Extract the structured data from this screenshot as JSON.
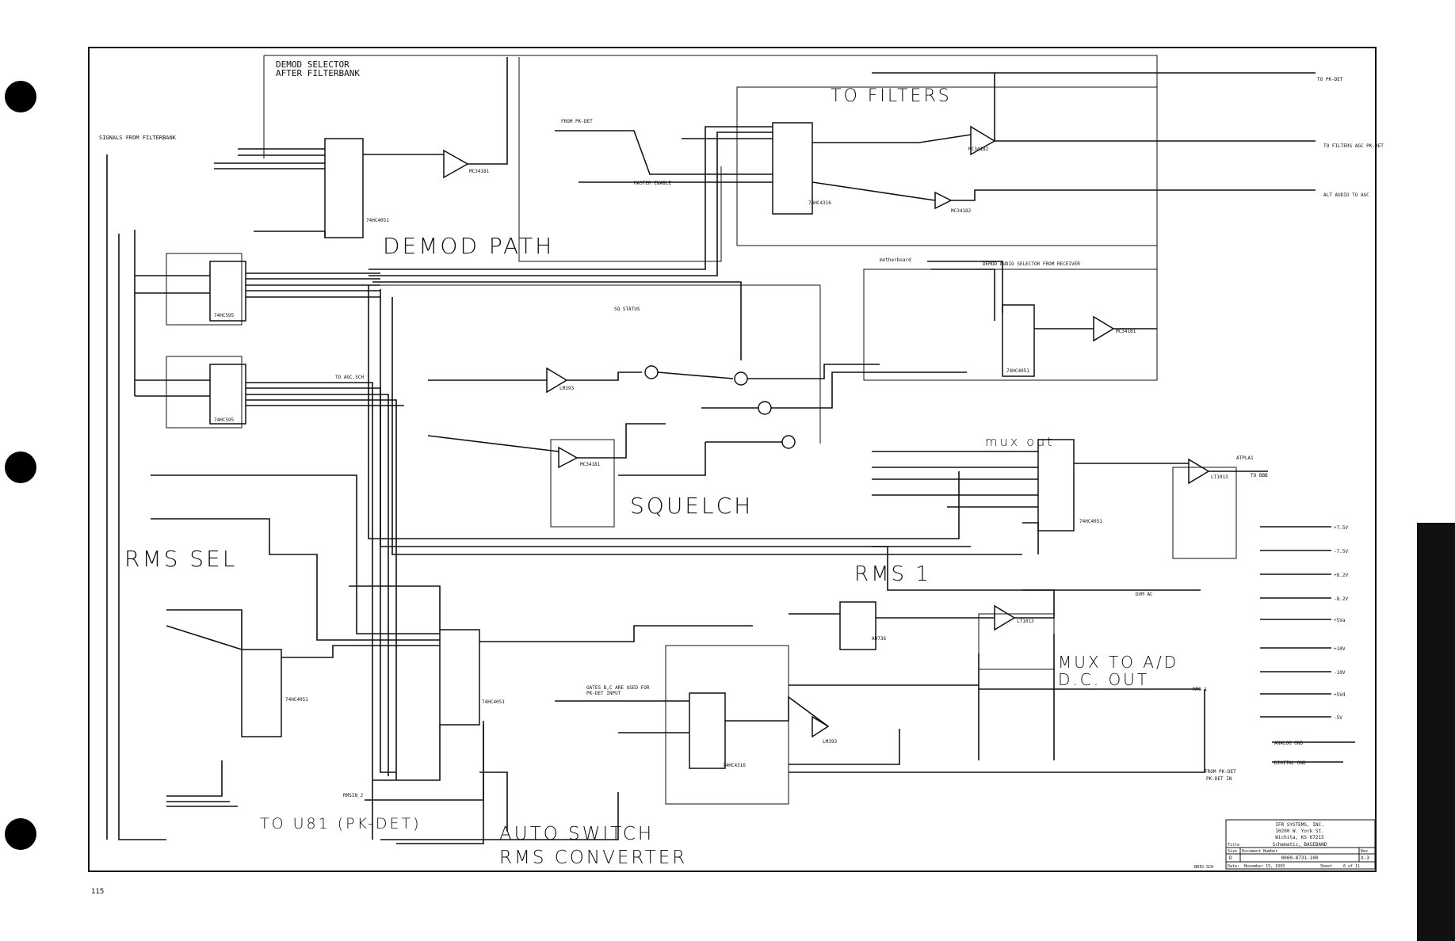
{
  "block_titles": {
    "to_filters": "TO FILTERS",
    "demod_path": "DEMOD PATH",
    "squelch": "SQUELCH",
    "rms_sel": "RMS SEL",
    "rms_1": "RMS 1",
    "mux_out": "mux out",
    "mux_to_ad_line1": "MUX TO A/D",
    "mux_to_ad_line2": "D.C. OUT",
    "to_u81": "TO U81 (PK-DET)",
    "auto_switch_line1": "AUTO SWITCH",
    "auto_switch_line2": "RMS CONVERTER"
  },
  "notes": {
    "demod_selector_1": "DEMOD SELECTOR",
    "demod_selector_2": "AFTER FILTERBANK",
    "signals_from_filterbank": "SIGNALS FROM FILTERBANK",
    "demod_audio_selector": "DEMOD AUDIO SELECTOR FROM RECEIVER",
    "motherboard": "motherboard",
    "gates_note_1": "GATES B,C ARE USED FOR",
    "gates_note_2": "PK-DET INPUT",
    "page_mark": "115"
  },
  "chips": {
    "u45": "74HC4051",
    "u36": "MC34181",
    "u8": "74HC4316",
    "u5a": "MC34182",
    "u5b": "MC34182",
    "u37": "74HC595",
    "u39": "74HC595",
    "u1": "74HC4051",
    "u4": "MC34181",
    "u6a": "LM393",
    "u2": "MC34181",
    "u21": "74HC4051",
    "u38": "LT1013",
    "u43": "74HC4051",
    "u44": "74HC4051",
    "u41": "AD736",
    "u40": "LT1013",
    "u49": "74HC4316",
    "u29": "LM393"
  },
  "net_labels": {
    "to_pk_det": "TO PK-DET",
    "to_filters_agc": "TO FILTERS AGC PK-DET",
    "alt_audio_to_agc": "ALT AUDIO TO AGC",
    "from_pk_det": "FROM PK-DET",
    "master_enable": "MASTER ENABLE",
    "sq_status": "SQ STATUS",
    "to_agc_sch": "TO AGC.SCH",
    "to_bbb": "TO BBB",
    "atplai": "ATPLA1",
    "dvm_ac": "DVM AC",
    "rms1_label": "RMS 1",
    "from_pk_det_2": "FROM PK-DET",
    "pk_det_in": "PK-DET IN",
    "analog_gnd": "ANALOG GND",
    "digital_gnd": "DIGITAL GND",
    "rms_in_2": "RMSIN_2"
  },
  "supplies": [
    "+7.5V",
    "-7.5V",
    "+8.2V",
    "-8.2V",
    "+5Va",
    "+10V",
    "-10V",
    "+5Vd",
    "-5V"
  ],
  "title_block": {
    "company": "IFR SYSTEMS, INC.",
    "address1": "10200 W. York St.",
    "address2": "Wichita, KS 67215",
    "title_label": "Title",
    "title": "Schematic, BASEBAND",
    "size_label": "Size",
    "size": "D",
    "doc_label": "Document Number",
    "doc_number": "0000-8731-100",
    "rev_label": "Rev",
    "rev": "X-3",
    "file": "BBIO.SCH",
    "date_label": "Date:",
    "date": "November 15, 1993",
    "sheet_label": "Sheet",
    "sheet": "6 of 11"
  }
}
